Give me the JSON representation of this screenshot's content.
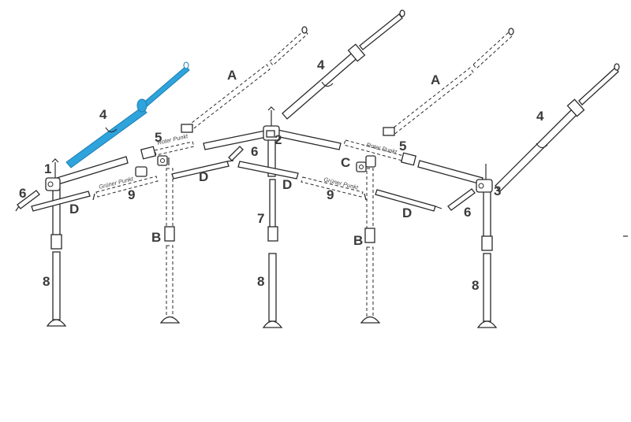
{
  "labels": {
    "l1": "1",
    "l2": "2",
    "l3": "3",
    "l4a": "4",
    "l4b": "4",
    "l4c": "4",
    "l5a": "5",
    "l5b": "5",
    "l6a": "6",
    "l6b": "6",
    "l6c": "6",
    "l7": "7",
    "l8a": "8",
    "l8b": "8",
    "l8c": "8",
    "l9a": "9",
    "l9b": "9",
    "lAa": "A",
    "lAb": "A",
    "lBa": "B",
    "lBb": "B",
    "lC": "C",
    "lDa": "D",
    "lDb": "D",
    "lDc": "D",
    "lDd": "D"
  },
  "annotations": {
    "roter_punkt_1": "Roter Punkt",
    "roter_punkt_2": "Roter Punkt",
    "gruener_punkt_1": "Grüner Punkt",
    "gruener_punkt_2": "Grüner Punkt"
  },
  "colors": {
    "highlight": "#2ea3dc",
    "line": "#2a2a2a",
    "label": "#3a3a3a"
  }
}
